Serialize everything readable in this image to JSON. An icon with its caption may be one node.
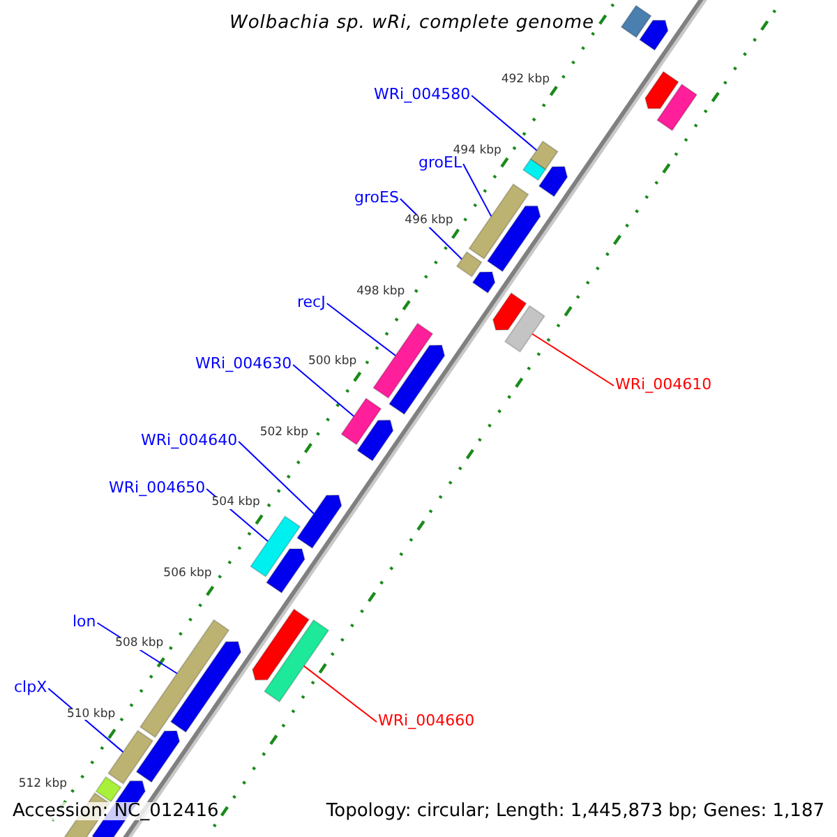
{
  "diagram": {
    "title": "Wolbachia sp. wRi, complete genome",
    "nodes": [
      {
        "text": [
          "WRi_004580"
        ]
      },
      {
        "text": [],
        "shape": "bar"
      },
      {
        "text": [
          "groEL"
        ]
      },
      {
        "text": [],
        "shape": "bar"
      },
      {
        "text": [
          "groES"
        ]
      },
      {
        "text": [],
        "shape": "bar"
      },
      {
        "text": [
          "recJ"
        ]
      },
      {
        "text": [],
        "shape": "bar"
      },
      {
        "text": [
          "WRi_004610"
        ]
      },
      {
        "text": [],
        "shape": "bar"
      },
      {
        "text": [
          "WRi_004630"
        ]
      },
      {
        "text": [],
        "shape": "bar"
      },
      {
        "text": [
          "WRi_004640"
        ]
      },
      {
        "text": [],
        "shape": "arrow"
      },
      {
        "text": [
          "WRi_004650"
        ]
      },
      {
        "text": [],
        "shape": "bar"
      },
      {
        "text": [
          "WRi_004660"
        ]
      },
      {
        "text": [],
        "shape": "bar"
      },
      {
        "text": [
          "lon"
        ]
      },
      {
        "text": [],
        "shape": "bar"
      },
      {
        "text": [
          "clpX"
        ]
      },
      {
        "text": [],
        "shape": "bar"
      },
      {
        "text": [],
        "shape": "bar"
      },
      {
        "text": [],
        "shape": "arrow"
      },
      {
        "text": [],
        "shape": "arrow"
      },
      {
        "text": [],
        "shape": "bar"
      },
      {
        "text": [],
        "shape": "bar"
      },
      {
        "text": [],
        "shape": "arrow"
      },
      {
        "text": [],
        "shape": "arrow"
      },
      {
        "text": [],
        "shape": "arrow"
      },
      {
        "text": [],
        "shape": "arrow"
      },
      {
        "text": [],
        "shape": "arrow"
      },
      {
        "text": [],
        "shape": "arrow"
      },
      {
        "text": [],
        "shape": "arrow"
      },
      {
        "text": [],
        "shape": "arrow"
      },
      {
        "text": [],
        "shape": "arrow"
      },
      {
        "text": [],
        "shape": "arrow"
      },
      {
        "text": [],
        "shape": "arrow"
      },
      {
        "text": [],
        "shape": "bar"
      },
      {
        "text": [],
        "shape": "bar"
      }
    ],
    "edges": [
      {
        "from": 0,
        "to": 1,
        "arrow": "none"
      },
      {
        "from": 2,
        "to": 3,
        "arrow": "none"
      },
      {
        "from": 4,
        "to": 5,
        "arrow": "none"
      },
      {
        "from": 6,
        "to": 7,
        "arrow": "none"
      },
      {
        "from": 8,
        "to": 9,
        "arrow": "none",
        "color": "#ff0000"
      },
      {
        "from": 10,
        "to": 11,
        "arrow": "none"
      },
      {
        "from": 12,
        "to": 13,
        "arrow": "none"
      },
      {
        "from": 14,
        "to": 15,
        "arrow": "none"
      },
      {
        "from": 16,
        "to": 17,
        "arrow": "none",
        "color": "#ff0000"
      },
      {
        "from": 18,
        "to": 19,
        "arrow": "none"
      },
      {
        "from": 20,
        "to": 21,
        "arrow": "none"
      }
    ],
    "labels": [
      "492 kbp",
      "494 kbp",
      "496 kbp",
      "498 kbp",
      "500 kbp",
      "502 kbp",
      "504 kbp",
      "506 kbp",
      "508 kbp",
      "510 kbp",
      "512 kbp",
      "Accession: NC_012416",
      "Topology: circular; Length: 1,445,873 bp; Genes: 1,187"
    ]
  }
}
